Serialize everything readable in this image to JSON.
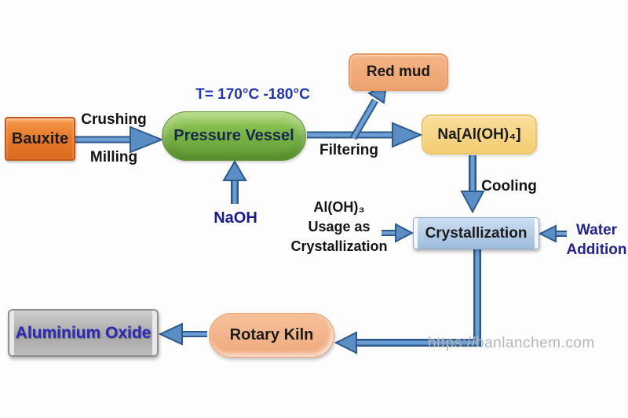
{
  "nodes": {
    "bauxite": {
      "label": "Bauxite"
    },
    "pressure_vessel": {
      "label": "Pressure Vessel"
    },
    "red_mud": {
      "label": "Red mud"
    },
    "sodium_aluminate": {
      "label": "Na[Al(OH)₄]"
    },
    "crystallization": {
      "label": "Crystallization"
    },
    "rotary_kiln": {
      "label": "Rotary Kiln"
    },
    "aluminium_oxide": {
      "label": "Aluminium Oxide"
    }
  },
  "labels": {
    "crushing": "Crushing",
    "milling": "Milling",
    "temperature": "T= 170°C -180°C",
    "naoh": "NaOH",
    "filtering": "Filtering",
    "cooling": "Cooling",
    "aloh3_line1": "Al(OH)₃",
    "aloh3_line2": "Usage as",
    "aloh3_line3": "Crystallization",
    "water_line1": "Water",
    "water_line2": "Addition"
  },
  "watermark": "https://banlanchem.com",
  "colors": {
    "arrow_fill": "#5b8ec4",
    "arrow_outline": "#2c5a8c",
    "bauxite_fill": "#e87b2c",
    "pressure_vessel_fill": "#76b043",
    "red_mud_fill": "#eda26e",
    "sodium_aluminate_fill": "#f4cd74",
    "crystallization_fill": "#b3cbe5",
    "rotary_kiln_fill": "#f0a97c",
    "aluminium_oxide_fill": "#b3b3b3",
    "temperature_text": "#2236ae",
    "naoh_text": "#1b1b8e",
    "water_text": "#23238e",
    "watermark_text": "#b5b5b5"
  }
}
